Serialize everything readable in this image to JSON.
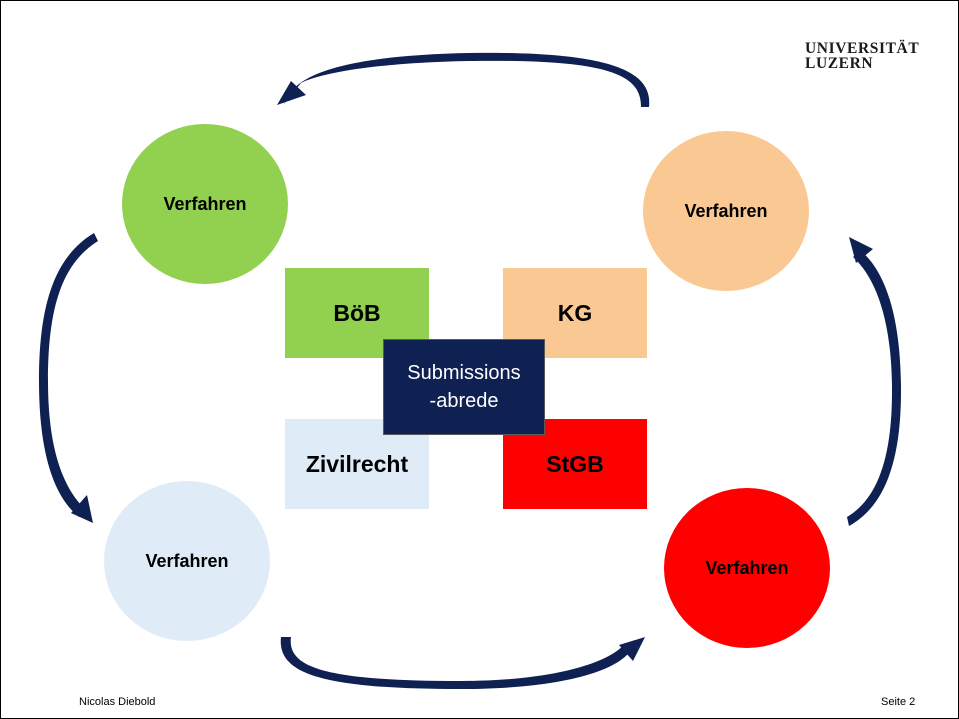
{
  "logo": {
    "line1": "UNIVERSITÄT",
    "line2": "LUZERN"
  },
  "circles": {
    "top_left": "Verfahren",
    "top_right": "Verfahren",
    "bottom_left": "Verfahren",
    "bottom_right": "Verfahren"
  },
  "boxes": {
    "bob": "BöB",
    "kg": "KG",
    "zivilrecht": "Zivilrecht",
    "stgb": "StGB"
  },
  "center": {
    "line1": "Submissions",
    "line2": "-abrede"
  },
  "footer": {
    "author": "Nicolas Diebold",
    "page": "Seite 2"
  },
  "colors": {
    "green": "#92d050",
    "peach": "#fac993",
    "light_blue": "#dfecf7",
    "red": "#ff0000",
    "navy": "#0f2153"
  }
}
